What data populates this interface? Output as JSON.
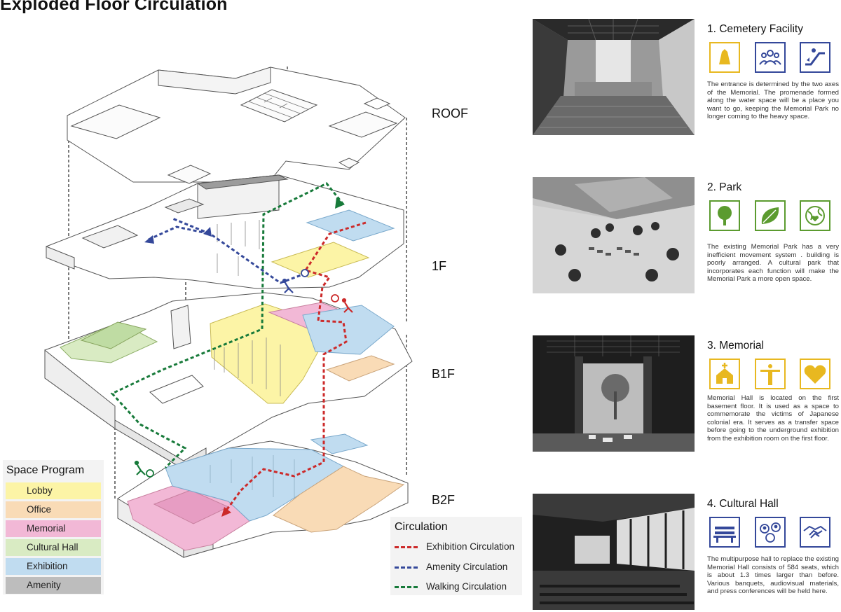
{
  "title": "Exploded Floor Circulation",
  "floors": [
    "ROOF",
    "1F",
    "B1F",
    "B2F"
  ],
  "space_program": {
    "title": "Space Program",
    "items": [
      {
        "label": "Lobby",
        "color": "#fcf4a6"
      },
      {
        "label": "Office",
        "color": "#f9dbb6"
      },
      {
        "label": "Memorial",
        "color": "#f2b8d6"
      },
      {
        "label": "Cultural Hall",
        "color": "#d9ebc3"
      },
      {
        "label": "Exhibition",
        "color": "#c0dcf0"
      },
      {
        "label": "Amenity",
        "color": "#bdbdbd"
      }
    ]
  },
  "circulation": {
    "title": "Circulation",
    "items": [
      {
        "label": "Exhibition Circulation",
        "color": "#cc2a2a"
      },
      {
        "label": "Amenity Circulation",
        "color": "#34489a"
      },
      {
        "label": "Walking Circulation",
        "color": "#177a3a"
      }
    ]
  },
  "panels": [
    {
      "title": "1. Cemetery Facility",
      "icon_color": "#e8b820",
      "icons": [
        {
          "name": "praying-hands-icon",
          "color": "#e8b820",
          "border": "#e8b820"
        },
        {
          "name": "group-people-icon",
          "color": "#34489a",
          "border": "#34489a"
        },
        {
          "name": "escalator-icon",
          "color": "#34489a",
          "border": "#34489a"
        }
      ],
      "description": "The entrance is determined by the two axes of the Memorial. The promenade formed along the water space will be a place you want to go, keeping the Memorial Park no longer coming to the heavy space."
    },
    {
      "title": "2. Park",
      "icon_color": "#5b9b2f",
      "icons": [
        {
          "name": "tree-icon",
          "color": "#5b9b2f",
          "border": "#5b9b2f"
        },
        {
          "name": "leaf-icon",
          "color": "#5b9b2f",
          "border": "#5b9b2f"
        },
        {
          "name": "globe-heart-icon",
          "color": "#5b9b2f",
          "border": "#5b9b2f"
        }
      ],
      "description": "The existing Memorial Park has a very inefficient movement system . building is poorly arranged. A cultural park that incorporates each function will make the Memorial Park a more open space."
    },
    {
      "title": "3. Memorial",
      "icon_color": "#e8b820",
      "icons": [
        {
          "name": "church-icon",
          "color": "#e8b820",
          "border": "#e8b820"
        },
        {
          "name": "statue-icon",
          "color": "#e8b820",
          "border": "#e8b820"
        },
        {
          "name": "heart-icon",
          "color": "#e8b820",
          "border": "#e8b820"
        }
      ],
      "description": "Memorial Hall is located on the first basement floor. It is used as a space to commemorate the victims of Japanese colonial era. It serves as a transfer space before going to the underground exhibition from the exhibition room on the first floor."
    },
    {
      "title": "4. Cultural Hall",
      "icon_color": "#34489a",
      "icons": [
        {
          "name": "bench-icon",
          "color": "#34489a",
          "border": "#34489a"
        },
        {
          "name": "chat-people-icon",
          "color": "#34489a",
          "border": "#34489a"
        },
        {
          "name": "handshake-icon",
          "color": "#34489a",
          "border": "#34489a"
        }
      ],
      "description": "The multipurpose hall to replace the existing Memorial Hall consists of 584 seats, which is about 1.3 times larger than before. Various banquets, audiovisual materials, and press conferences will be held here."
    }
  ]
}
